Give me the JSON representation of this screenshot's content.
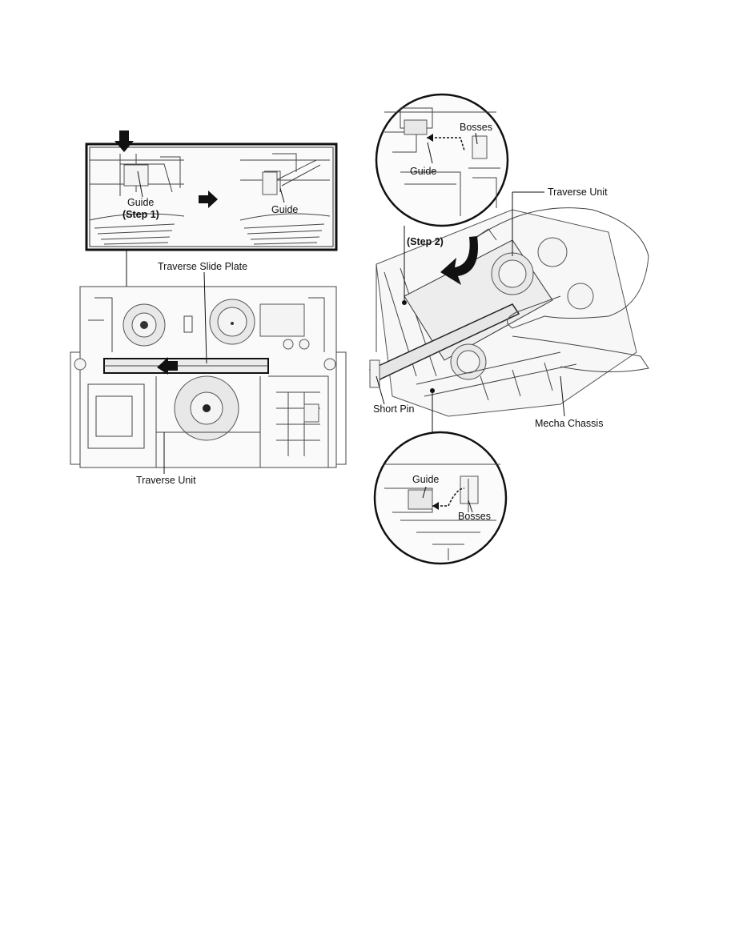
{
  "left_figure": {
    "inset_before_label": "Guide",
    "inset_step_label": "(Step 1)",
    "inset_after_label": "Guide",
    "slide_plate_label": "Traverse Slide Plate",
    "traverse_unit_label": "Traverse Unit"
  },
  "right_figure": {
    "top_inset_bosses_label": "Bosses",
    "top_inset_guide_label": "Guide",
    "traverse_unit_label": "Traverse Unit",
    "step_label": "(Step 2)",
    "short_pin_label": "Short Pin",
    "mecha_chassis_label": "Mecha Chassis",
    "bottom_inset_guide_label": "Guide",
    "bottom_inset_bosses_label": "Bosses"
  }
}
